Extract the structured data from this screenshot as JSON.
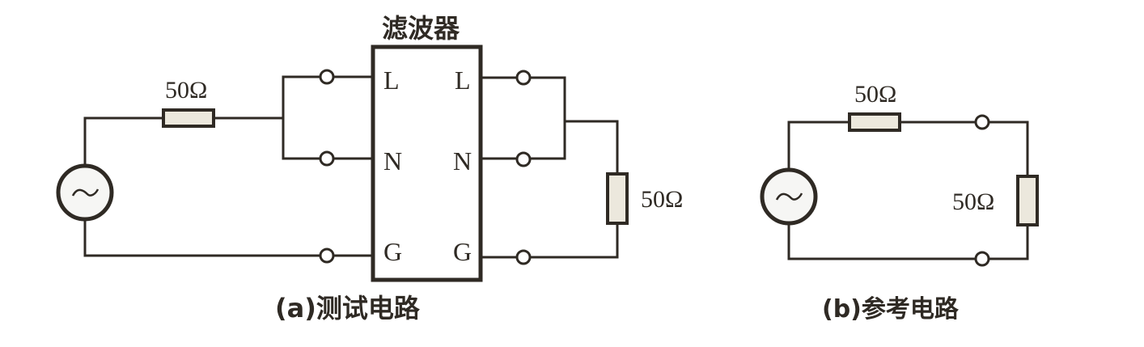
{
  "figure": {
    "filter_title": "滤波器",
    "caption_a": "(a)测试电路",
    "caption_b": "(b)参考电路"
  },
  "test_circuit": {
    "source_symbol": "~",
    "source_resistor_label": "50Ω",
    "load_resistor_label": "50Ω",
    "filter_ports_left": [
      "L",
      "N",
      "G"
    ],
    "filter_ports_right": [
      "L",
      "N",
      "G"
    ]
  },
  "reference_circuit": {
    "source_symbol": "~",
    "source_resistor_label": "50Ω",
    "load_resistor_label": "50Ω"
  },
  "colors": {
    "ink": "#2f2a24",
    "resistor_fill": "#ece8dd",
    "background": "#ffffff"
  }
}
